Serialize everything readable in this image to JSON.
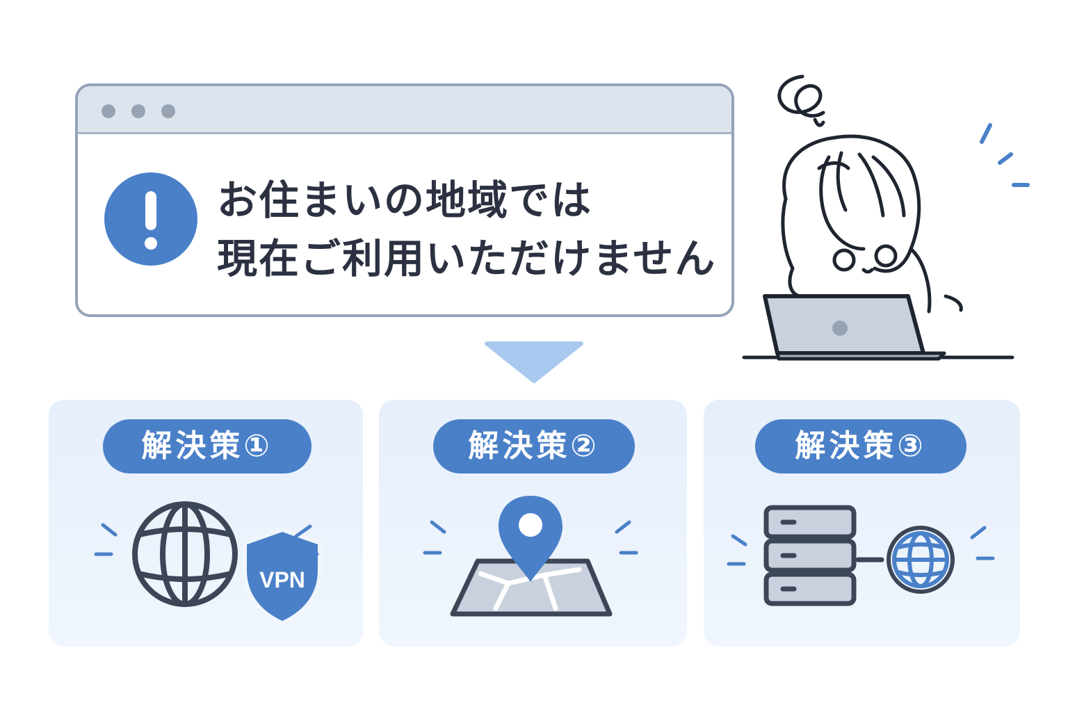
{
  "alert": {
    "line1": "お住まいの地域では",
    "line2": "現在ご利用いただけません"
  },
  "solutions": [
    {
      "label": "解決策①",
      "icon": "globe-vpn-shield-icon",
      "badge": "VPN"
    },
    {
      "label": "解決策②",
      "icon": "map-location-pin-icon"
    },
    {
      "label": "解決策③",
      "icon": "server-globe-icon"
    }
  ],
  "illustration": {
    "icon": "confused-person-laptop-icon"
  },
  "colors": {
    "accent": "#4a80c8",
    "arrow": "#a9c8ef",
    "card_bg": "#e9f1fc",
    "frame": "#94a3b8",
    "text": "#2b3140",
    "stroke": "#3c4656"
  }
}
